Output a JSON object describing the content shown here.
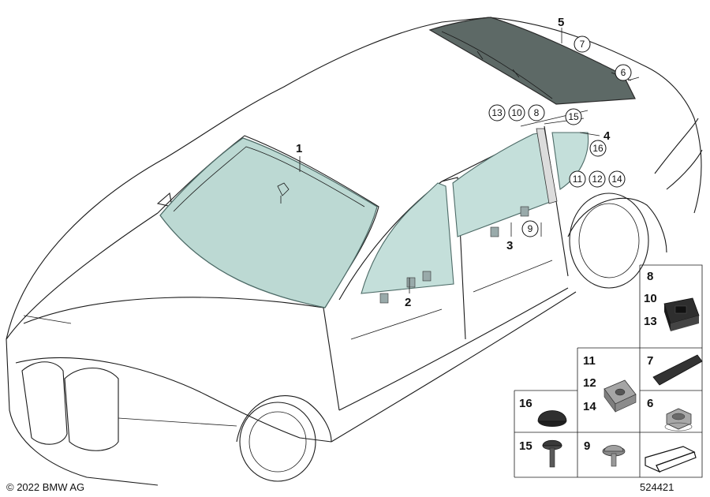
{
  "callouts": {
    "c1": "1",
    "c2": "2",
    "c3": "3",
    "c4": "4",
    "c5": "5",
    "c6": "6",
    "c7": "7",
    "c8": "8",
    "c9": "9",
    "c10": "10",
    "c11": "11",
    "c12": "12",
    "c13": "13",
    "c14": "14",
    "c15": "15",
    "c16": "16"
  },
  "legend": {
    "cell_8_10_13": [
      "8",
      "10",
      "13"
    ],
    "cell_11_12_14": [
      "11",
      "12",
      "14"
    ],
    "cell_7": "7",
    "cell_16": "16",
    "cell_6": "6",
    "cell_15": "15",
    "cell_9": "9"
  },
  "footer": {
    "copyright": "© 2022 BMW AG",
    "diagram_number": "524421"
  },
  "colors": {
    "glass": "#bcd9d3",
    "glass_edge": "#6f9a95",
    "rear_glass": "#5d6966",
    "part_dark": "#2e2e2e",
    "part_metal": "#9a9a9a"
  }
}
